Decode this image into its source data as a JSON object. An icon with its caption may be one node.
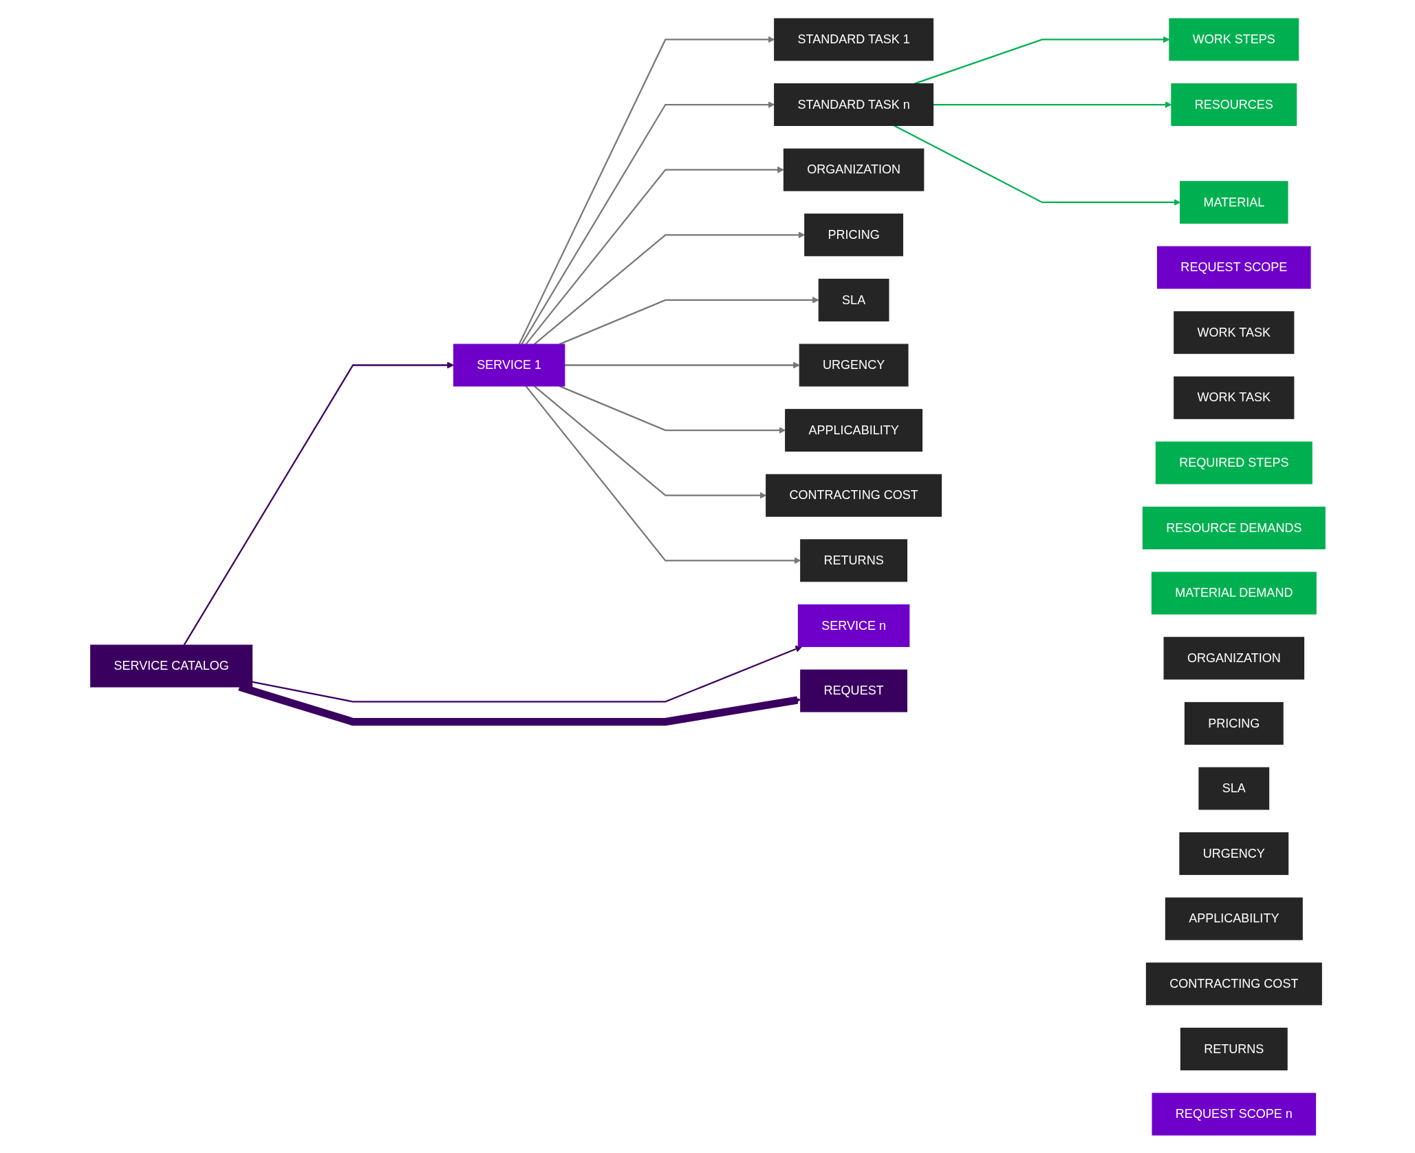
{
  "diagram": {
    "nodes": [
      {
        "text": [
          "SERVICE CATALOG"
        ]
      },
      {
        "text": [
          "SERVICE 1"
        ]
      },
      {
        "text": [
          "STANDARD TASK 1"
        ]
      },
      {
        "text": [
          "STANDARD TASK n"
        ]
      },
      {
        "text": [
          "WORK STEPS"
        ]
      },
      {
        "text": [
          "RESOURCES"
        ]
      },
      {
        "text": [
          "MATERIAL"
        ]
      },
      {
        "text": [
          "ORGANIZATION"
        ]
      },
      {
        "text": [
          "PRICING"
        ]
      },
      {
        "text": [
          "SLA"
        ]
      },
      {
        "text": [
          "URGENCY"
        ]
      },
      {
        "text": [
          "APPLICABILITY"
        ]
      },
      {
        "text": [
          "CONTRACTING COST"
        ]
      },
      {
        "text": [
          "RETURNS"
        ]
      },
      {
        "text": [
          "SERVICE n"
        ]
      },
      {
        "text": [
          "REQUEST"
        ]
      },
      {
        "text": [
          "REQUEST SCOPE"
        ]
      },
      {
        "text": [
          "WORK TASK"
        ]
      },
      {
        "text": [
          "WORK TASK"
        ]
      },
      {
        "text": [
          "REQUIRED STEPS"
        ]
      },
      {
        "text": [
          "RESOURCE DEMANDS"
        ]
      },
      {
        "text": [
          "MATERIAL DEMAND"
        ]
      },
      {
        "text": [
          "ORGANIZATION"
        ]
      },
      {
        "text": [
          "PRICING"
        ]
      },
      {
        "text": [
          "SLA"
        ]
      },
      {
        "text": [
          "URGENCY"
        ]
      },
      {
        "text": [
          "APPLICABILITY"
        ]
      },
      {
        "text": [
          "CONTRACTING COST"
        ]
      },
      {
        "text": [
          "RETURNS"
        ]
      },
      {
        "text": [
          "REQUEST SCOPE n"
        ]
      }
    ],
    "edges": [
      {
        "from": 0,
        "to": 1,
        "arrow": "to",
        "color": "#3a0060"
      },
      {
        "from": 1,
        "to": 2,
        "arrow": "to"
      },
      {
        "from": 1,
        "to": 3,
        "arrow": "to"
      },
      {
        "from": 3,
        "to": 4,
        "arrow": "to",
        "color": "#00b050"
      },
      {
        "from": 3,
        "to": 5,
        "arrow": "to",
        "color": "#00b050"
      },
      {
        "from": 3,
        "to": 6,
        "arrow": "to",
        "color": "#00b050"
      },
      {
        "from": 1,
        "to": 7,
        "arrow": "to"
      },
      {
        "from": 1,
        "to": 8,
        "arrow": "to"
      },
      {
        "from": 1,
        "to": 9,
        "arrow": "to"
      },
      {
        "from": 1,
        "to": 10,
        "arrow": "to"
      },
      {
        "from": 1,
        "to": 11,
        "arrow": "to"
      },
      {
        "from": 1,
        "to": 12,
        "arrow": "to"
      },
      {
        "from": 1,
        "to": 13,
        "arrow": "to"
      },
      {
        "from": 0,
        "to": 14,
        "arrow": "to",
        "color": "#3a0060"
      },
      {
        "from": 0,
        "to": 15,
        "arrow": "to",
        "style": "thick",
        "color": "#3a0060"
      }
    ]
  }
}
